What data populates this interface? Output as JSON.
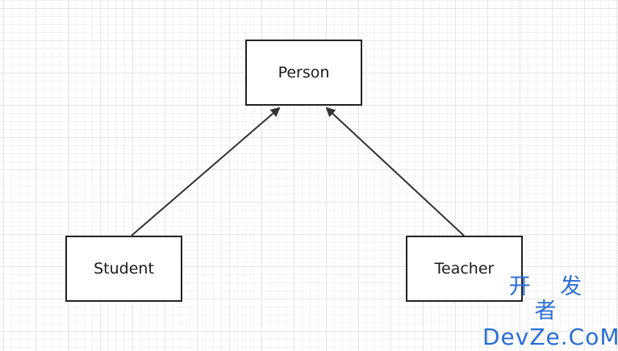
{
  "diagram": {
    "nodes": [
      {
        "id": "person",
        "label": "Person"
      },
      {
        "id": "student",
        "label": "Student"
      },
      {
        "id": "teacher",
        "label": "Teacher"
      }
    ],
    "edges": [
      {
        "from": "student",
        "to": "person",
        "arrow": "filled-triangle"
      },
      {
        "from": "teacher",
        "to": "person",
        "arrow": "filled-triangle"
      }
    ],
    "line_color": "#333333",
    "border_color": "#222222"
  },
  "watermark": {
    "logo_text_cn": "开 发 者",
    "logo_text_en": "DevZe.CoM",
    "color": "#2a6fd6"
  }
}
